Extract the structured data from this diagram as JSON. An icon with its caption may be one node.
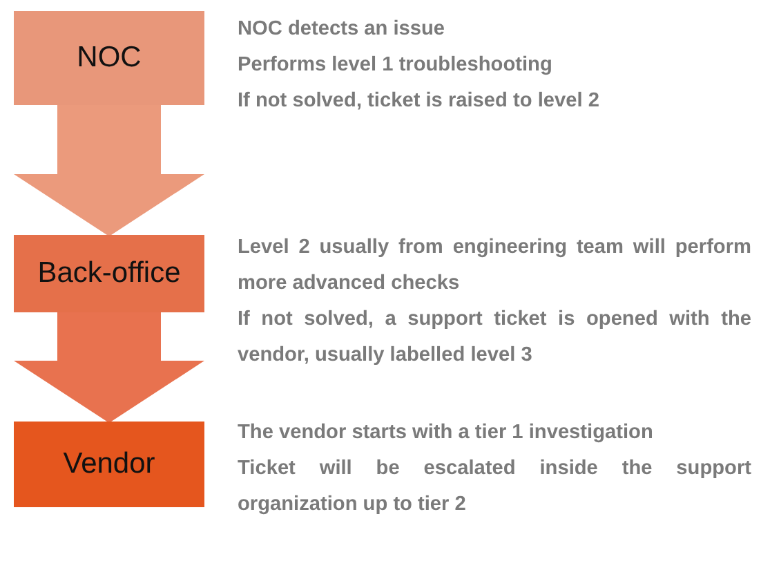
{
  "diagram": {
    "nodes": [
      {
        "text": [
          "NOC"
        ],
        "beside": [
          "NOC detects an issue",
          "Performs level 1 troubleshooting",
          "If not solved, ticket is raised to level 2"
        ]
      },
      {
        "text": [
          "Back-office"
        ],
        "beside": [
          "Level 2 usually from engineering team will perform more advanced checks",
          "If not solved, a support ticket is opened with the vendor, usually labelled level 3"
        ]
      },
      {
        "text": [
          "Vendor"
        ],
        "beside": [
          "The vendor starts with a tier 1 investigation",
          "Ticket will be escalated inside the support organization up to tier 2"
        ]
      }
    ],
    "edges": [
      {
        "from": 0,
        "to": 1,
        "arrow": "to",
        "color": "#eb9a7c"
      },
      {
        "from": 1,
        "to": 2,
        "arrow": "to",
        "color": "#e8724f"
      }
    ]
  }
}
